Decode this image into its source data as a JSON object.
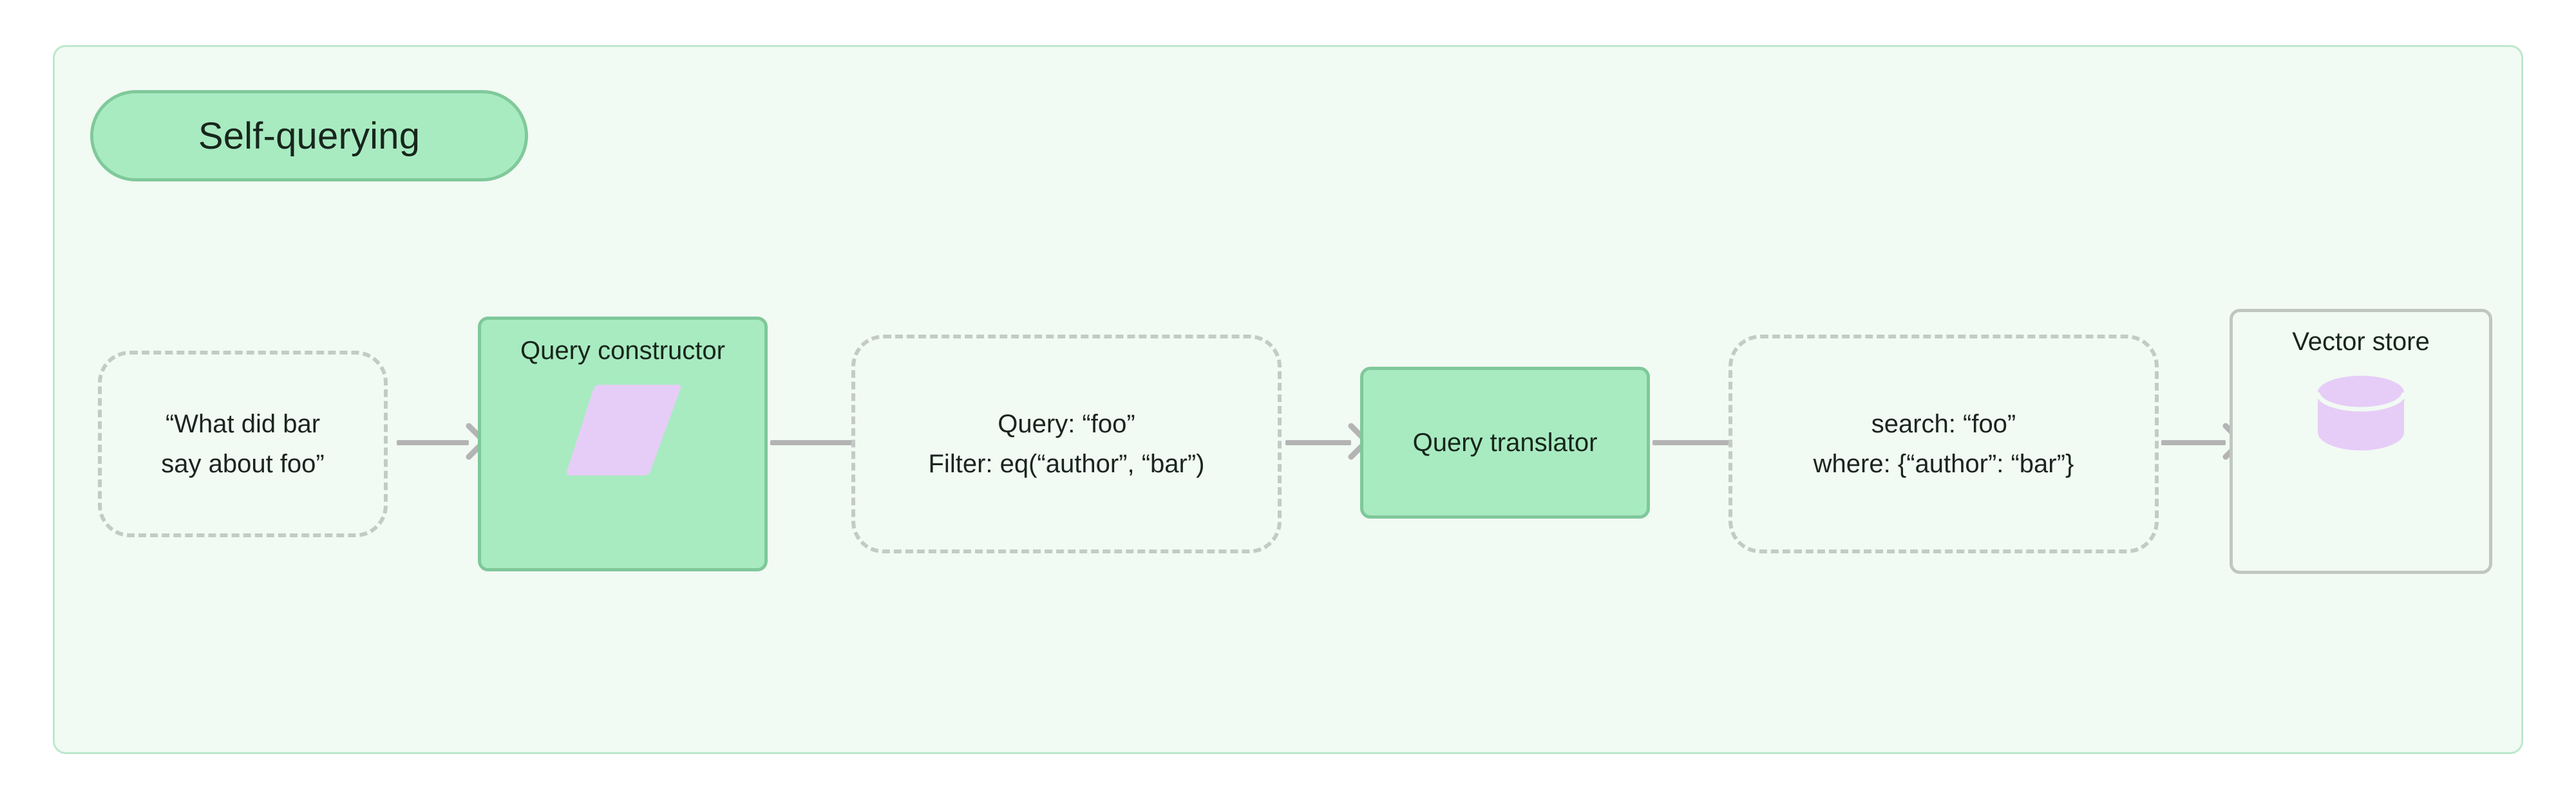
{
  "diagram": {
    "title": "Self-querying",
    "background_color": "#f1faf3",
    "accent_color": "#a8ebc1",
    "accent_border_color": "#7fc89a",
    "icon_color": "#e6cdf7",
    "edge_color": "#b4b4b4",
    "dashed_border_color": "#c3cbc6",
    "store_border_color": "#c0c6c2"
  },
  "nodes": [
    {
      "id": "user-question",
      "kind": "data",
      "text": "“What did bar\nsay about foo”"
    },
    {
      "id": "query-constructor",
      "kind": "process",
      "title": "Query constructor",
      "icon": "parallelogram-icon"
    },
    {
      "id": "structured-query",
      "kind": "data",
      "text": "Query: “foo”\nFilter: eq(“author”, “bar”)"
    },
    {
      "id": "query-translator",
      "kind": "process",
      "title": "Query translator"
    },
    {
      "id": "translated-query",
      "kind": "data",
      "text": "search: “foo”\nwhere: {“author”: “bar”}"
    },
    {
      "id": "vector-store",
      "kind": "store",
      "title": "Vector store",
      "icon": "database-cylinder-icon"
    }
  ],
  "edges": [
    {
      "from": "user-question",
      "to": "query-constructor",
      "arrowhead": true
    },
    {
      "from": "query-constructor",
      "to": "structured-query",
      "arrowhead": false
    },
    {
      "from": "structured-query",
      "to": "query-translator",
      "arrowhead": true
    },
    {
      "from": "query-translator",
      "to": "translated-query",
      "arrowhead": false
    },
    {
      "from": "translated-query",
      "to": "vector-store",
      "arrowhead": true
    }
  ]
}
